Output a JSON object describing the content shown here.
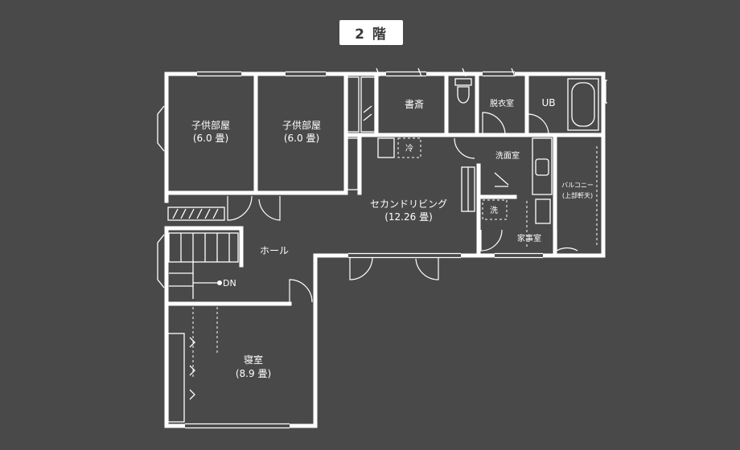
{
  "floor": {
    "label": "2 階"
  },
  "rooms": {
    "kids1": {
      "name": "子供部屋",
      "area": "(6.0 畳)"
    },
    "kids2": {
      "name": "子供部屋",
      "area": "(6.0 畳)"
    },
    "study": {
      "name": "書斎"
    },
    "undress": {
      "name": "脱衣室"
    },
    "bath": {
      "name": "UB"
    },
    "fridge": {
      "name": "冷"
    },
    "wash_room": {
      "name": "洗面室"
    },
    "laundry": {
      "name": "洗"
    },
    "second_living": {
      "name": "セカンドリビング",
      "area": "(12.26 畳)"
    },
    "housework": {
      "name": "家事室"
    },
    "balcony": {
      "name": "バルコニー",
      "note": "(上部軒天)"
    },
    "hall": {
      "name": "ホール"
    },
    "stairs": {
      "label": "DN"
    },
    "bedroom": {
      "name": "寝室",
      "area": "(8.9 畳)"
    }
  },
  "colors": {
    "background": "#4a4949",
    "lines": "#ffffff",
    "badge_text": "#3a3a3a"
  }
}
